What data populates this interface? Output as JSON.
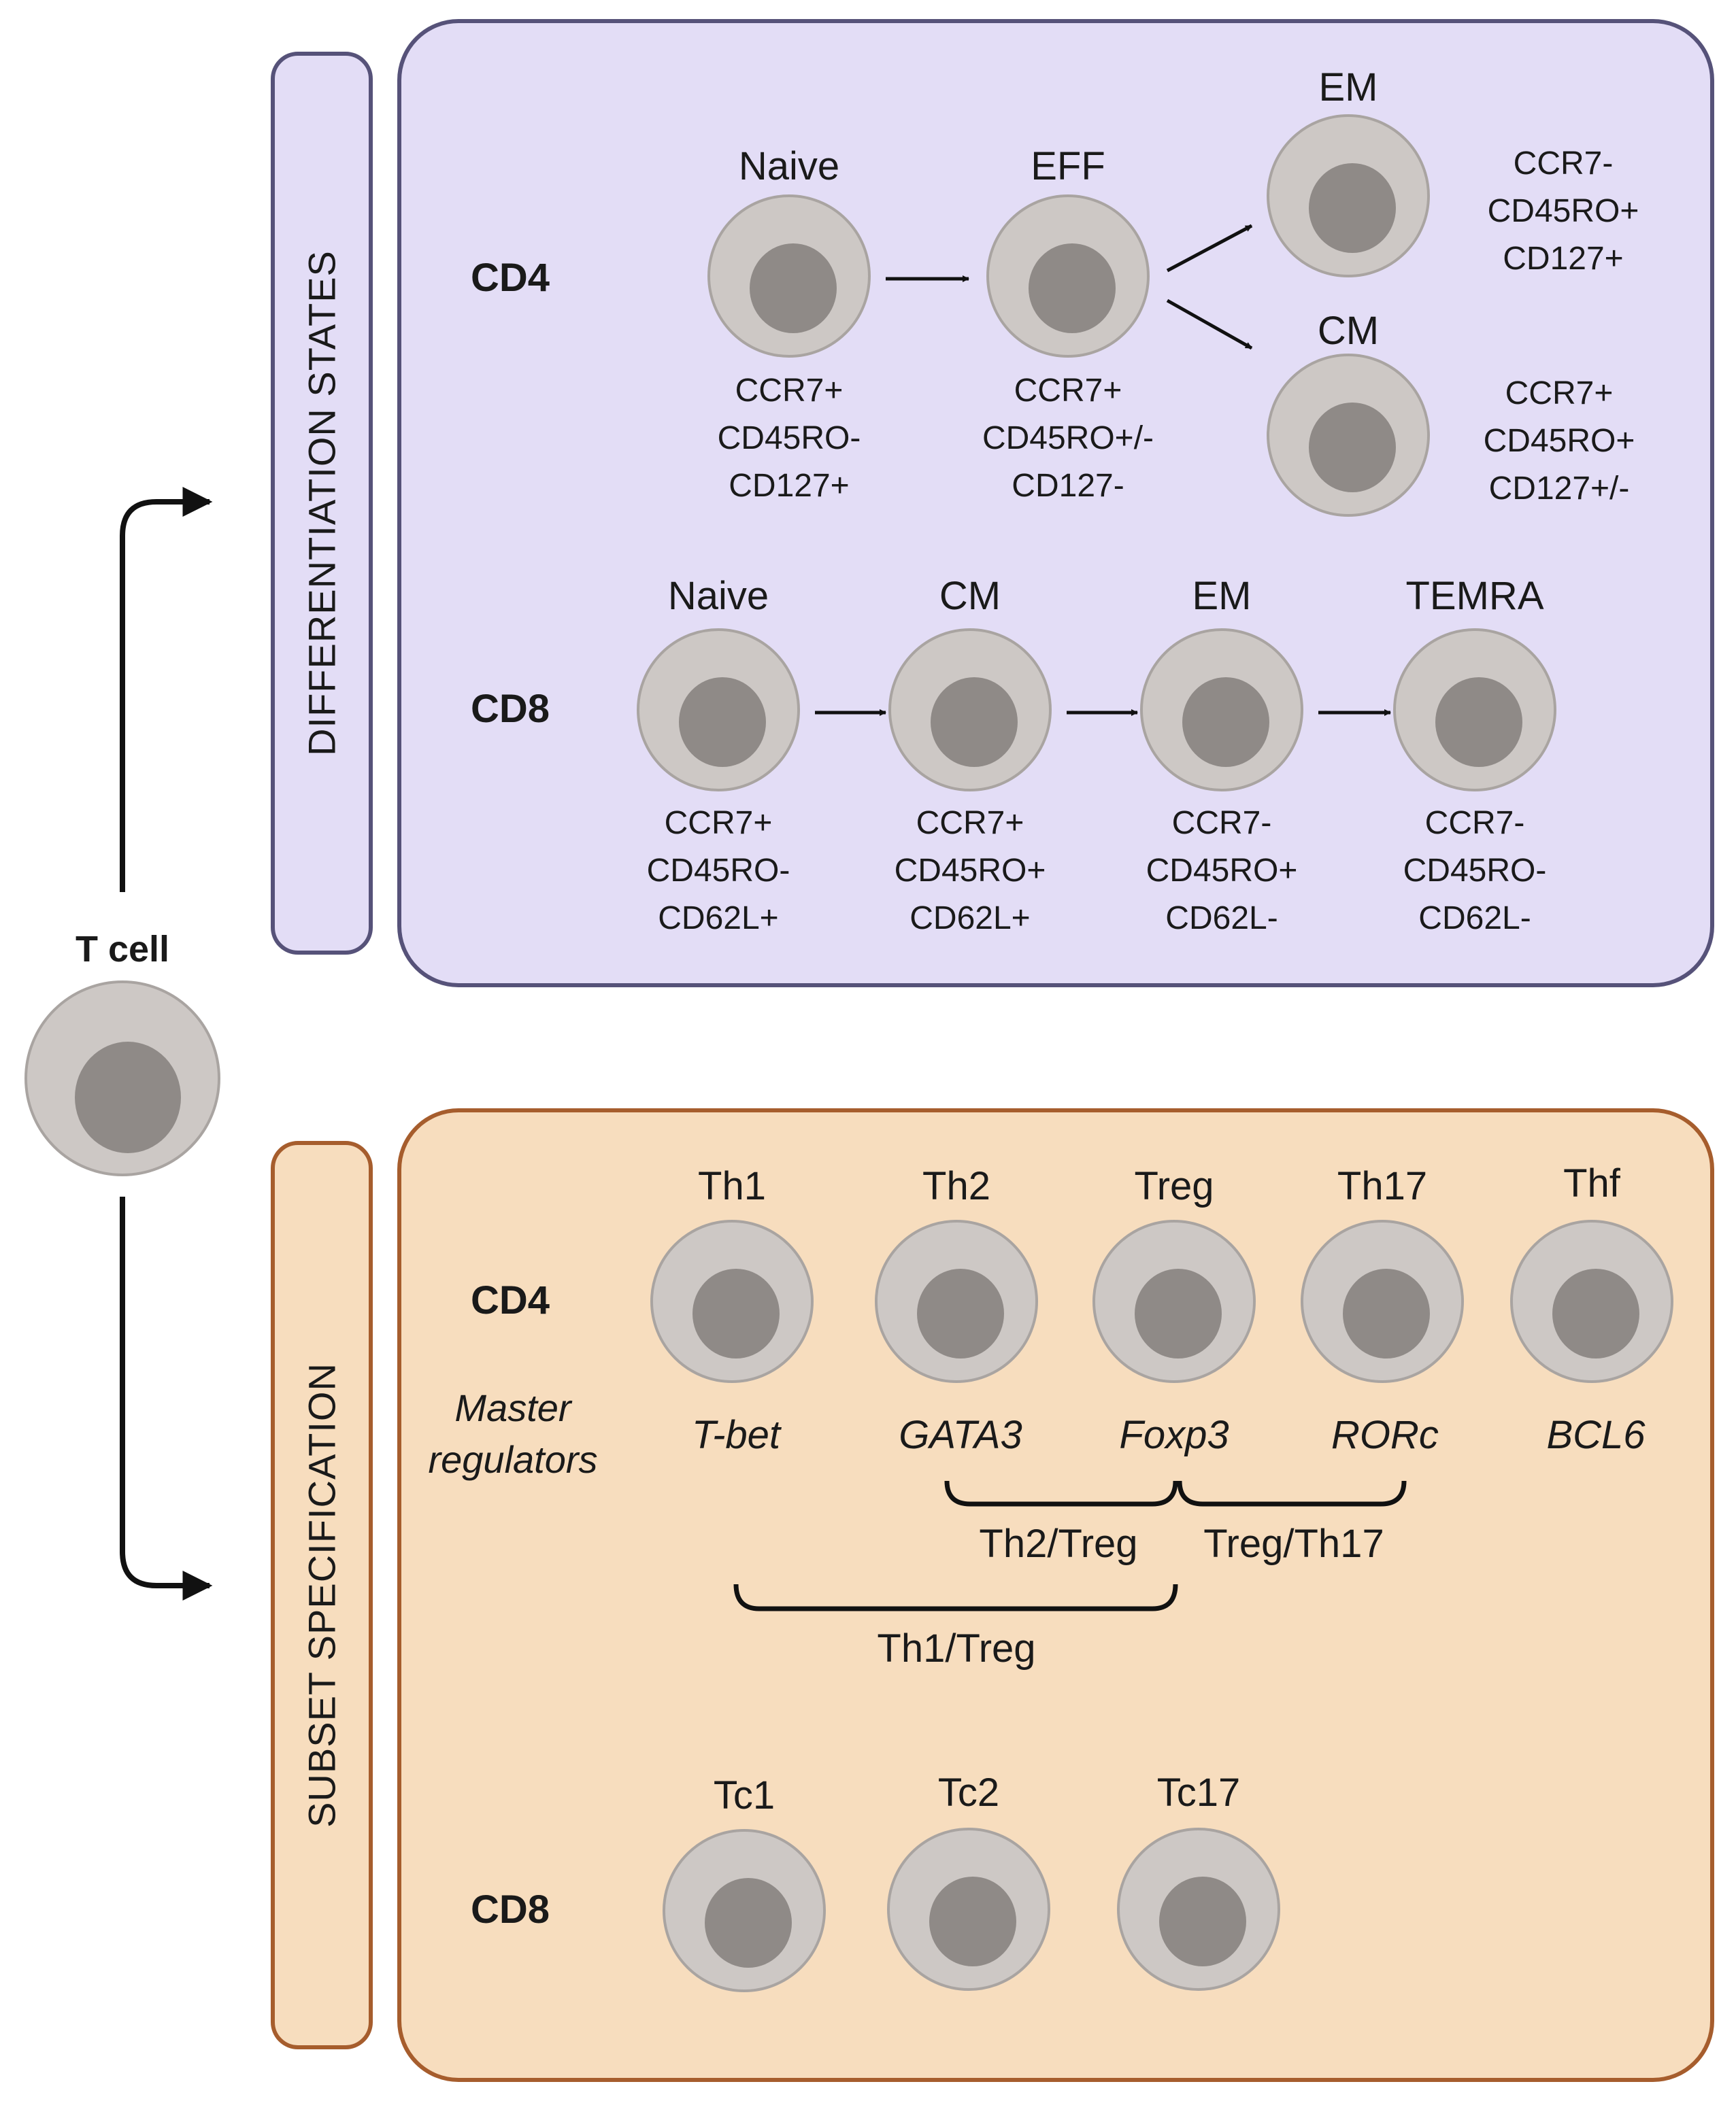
{
  "t_cell": {
    "label": "T cell"
  },
  "differentiation": {
    "title": "DIFFERENTIATION STATES",
    "cd4": {
      "label": "CD4",
      "naive": {
        "name": "Naive",
        "markers": [
          "CCR7+",
          "CD45RO-",
          "CD127+"
        ]
      },
      "eff": {
        "name": "EFF",
        "markers": [
          "CCR7+",
          "CD45RO+/-",
          "CD127-"
        ]
      },
      "em": {
        "name": "EM",
        "markers": [
          "CCR7-",
          "CD45RO+",
          "CD127+"
        ]
      },
      "cm": {
        "name": "CM",
        "markers": [
          "CCR7+",
          "CD45RO+",
          "CD127+/-"
        ]
      }
    },
    "cd8": {
      "label": "CD8",
      "naive": {
        "name": "Naive",
        "markers": [
          "CCR7+",
          "CD45RO-",
          "CD62L+"
        ]
      },
      "cm": {
        "name": "CM",
        "markers": [
          "CCR7+",
          "CD45RO+",
          "CD62L+"
        ]
      },
      "em": {
        "name": "EM",
        "markers": [
          "CCR7-",
          "CD45RO+",
          "CD62L-"
        ]
      },
      "temra": {
        "name": "TEMRA",
        "markers": [
          "CCR7-",
          "CD45RO-",
          "CD62L-"
        ]
      }
    }
  },
  "subset": {
    "title": "SUBSET SPECIFICATION",
    "cd4": {
      "label": "CD4",
      "master_regulators": [
        "Master",
        "regulators"
      ],
      "th1": {
        "name": "Th1",
        "regulator": "T-bet"
      },
      "th2": {
        "name": "Th2",
        "regulator": "GATA3"
      },
      "treg": {
        "name": "Treg",
        "regulator": "Foxp3"
      },
      "th17": {
        "name": "Th17",
        "regulator": "RORc"
      },
      "thf": {
        "name": "Thf",
        "regulator": "BCL6"
      },
      "brackets": {
        "th2_treg": "Th2/Treg",
        "treg_th17": "Treg/Th17",
        "th1_treg": "Th1/Treg"
      }
    },
    "cd8": {
      "label": "CD8",
      "tc1": {
        "name": "Tc1"
      },
      "tc2": {
        "name": "Tc2"
      },
      "tc17": {
        "name": "Tc17"
      }
    }
  },
  "colors": {
    "diff_fill": "#e3ddf6",
    "diff_border": "#565279",
    "subset_fill": "#f7ddbe",
    "subset_border": "#a65d2d",
    "cell_outer": "#cdc8c5",
    "cell_nucleus": "#8f8a87"
  }
}
